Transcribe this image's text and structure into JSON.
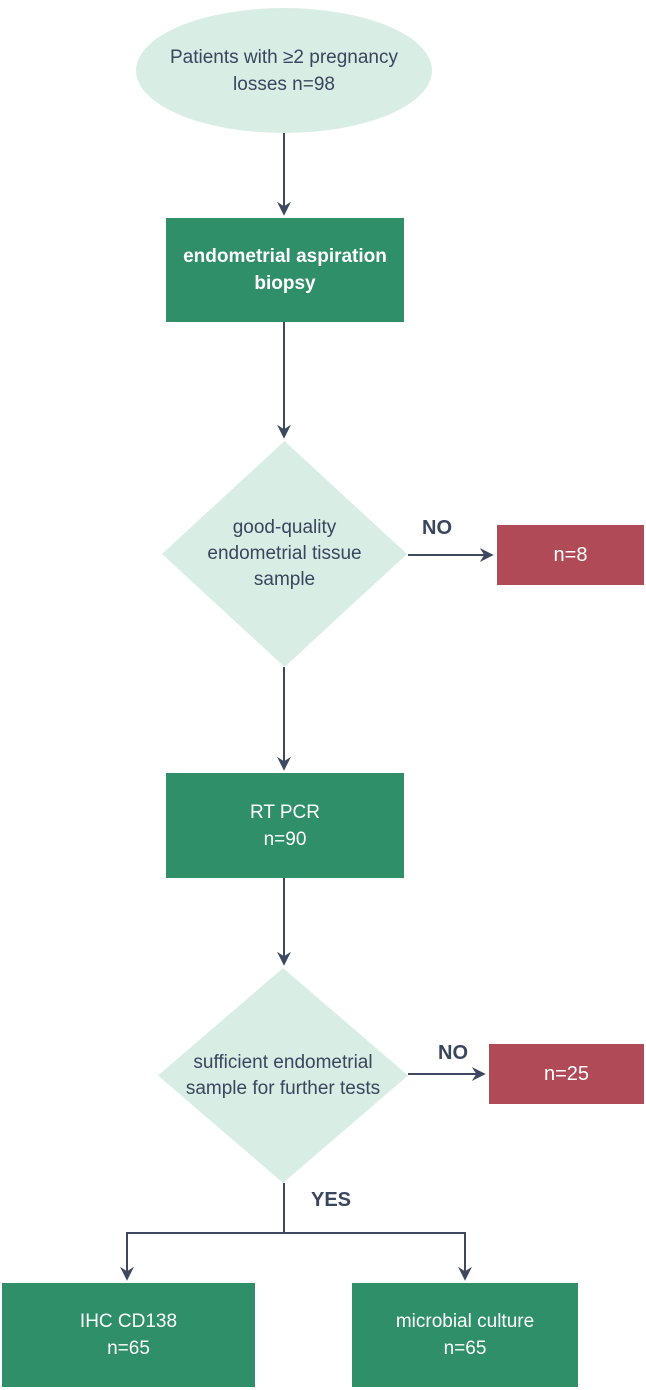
{
  "colors": {
    "mint": "#d8eee4",
    "green": "#2e8f69",
    "red": "#b04a56",
    "line": "#3e4961",
    "textdark": "#3a455e",
    "white": "#ffffff"
  },
  "diagram": {
    "start": {
      "text": "Patients with ≥2  pregnancy losses n=98"
    },
    "biopsy": {
      "text": "endometrial aspiration biopsy"
    },
    "decision1": {
      "text": "good-quality endometrial tissue sample",
      "no_label": "NO"
    },
    "excluded1": {
      "text": "n=8"
    },
    "rtpcr": {
      "line1": "RT PCR",
      "line2": "n=90"
    },
    "decision2": {
      "text": "sufficient endometrial sample for further tests",
      "no_label": "NO",
      "yes_label": "YES"
    },
    "excluded2": {
      "text": "n=25"
    },
    "ihc": {
      "line1": "IHC CD138",
      "line2": "n=65"
    },
    "culture": {
      "line1": "microbial culture",
      "line2": "n=65"
    }
  }
}
